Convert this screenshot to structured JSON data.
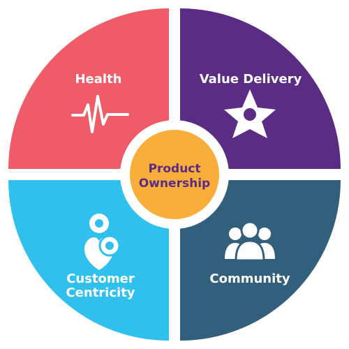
{
  "diagram": {
    "center": {
      "label_line1": "Product",
      "label_line2": "Ownership",
      "fill": "#F9AE3B",
      "text_color": "#5B2C83"
    },
    "quadrants": [
      {
        "id": "health",
        "label": "Health",
        "color": "#EF5B66",
        "icon": "heartbeat-icon"
      },
      {
        "id": "value-delivery",
        "label": "Value Delivery",
        "color": "#5B2C83",
        "icon": "star-icon"
      },
      {
        "id": "customer-centricity",
        "label_line1": "Customer",
        "label_line2": "Centricity",
        "color": "#2FC0EE",
        "icon": "customer-heart-icon"
      },
      {
        "id": "community",
        "label": "Community",
        "color": "#32607C",
        "icon": "people-group-icon"
      }
    ]
  }
}
